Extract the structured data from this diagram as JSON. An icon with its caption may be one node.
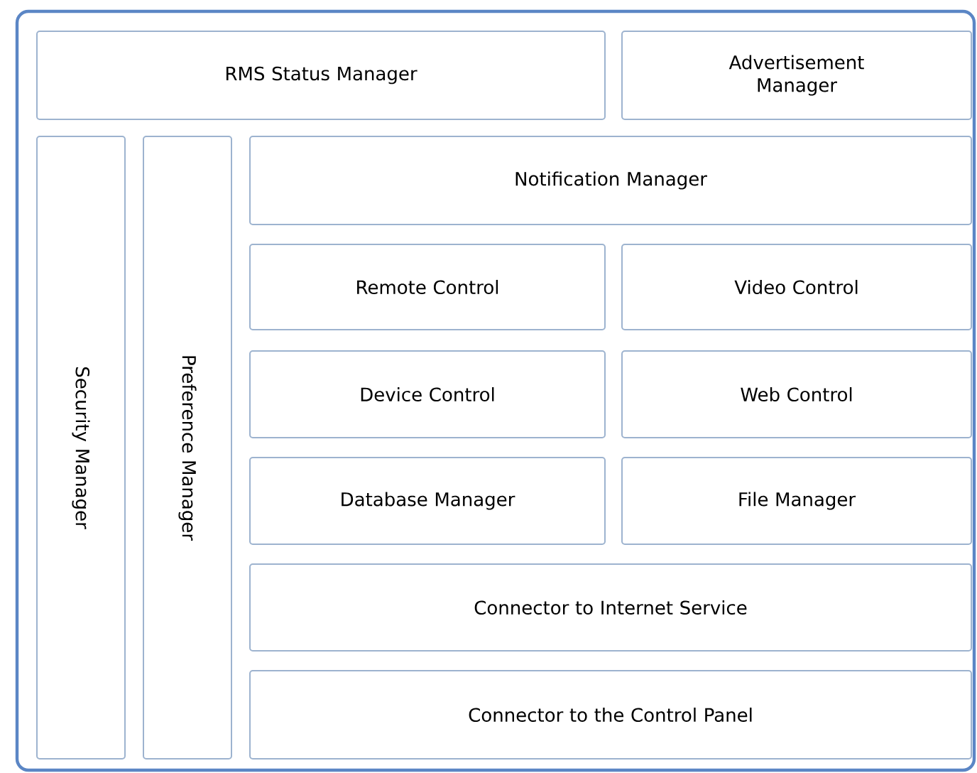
{
  "diagram": {
    "nodes": [
      {
        "text": [],
        "shape": "box"
      },
      {
        "text": [
          "RMS Status Manager"
        ],
        "in": 0
      },
      {
        "text": [
          "Advertisement Manager"
        ],
        "in": 0
      },
      {
        "text": [
          "Security Manager"
        ],
        "in": 0
      },
      {
        "text": [
          "Preference Manager"
        ],
        "in": 0
      },
      {
        "text": [
          "Notification Manager"
        ],
        "in": 0
      },
      {
        "text": [
          "Remote Control"
        ],
        "in": 0
      },
      {
        "text": [
          "Video Control"
        ],
        "in": 0
      },
      {
        "text": [
          "Device Control"
        ],
        "in": 0
      },
      {
        "text": [
          "Web Control"
        ],
        "in": 0
      },
      {
        "text": [
          "Database Manager"
        ],
        "in": 0
      },
      {
        "text": [
          "File Manager"
        ],
        "in": 0
      },
      {
        "text": [
          "Connector to Internet Service"
        ],
        "in": 0
      },
      {
        "text": [
          "Connector to the Control Panel"
        ],
        "in": 0
      }
    ]
  }
}
